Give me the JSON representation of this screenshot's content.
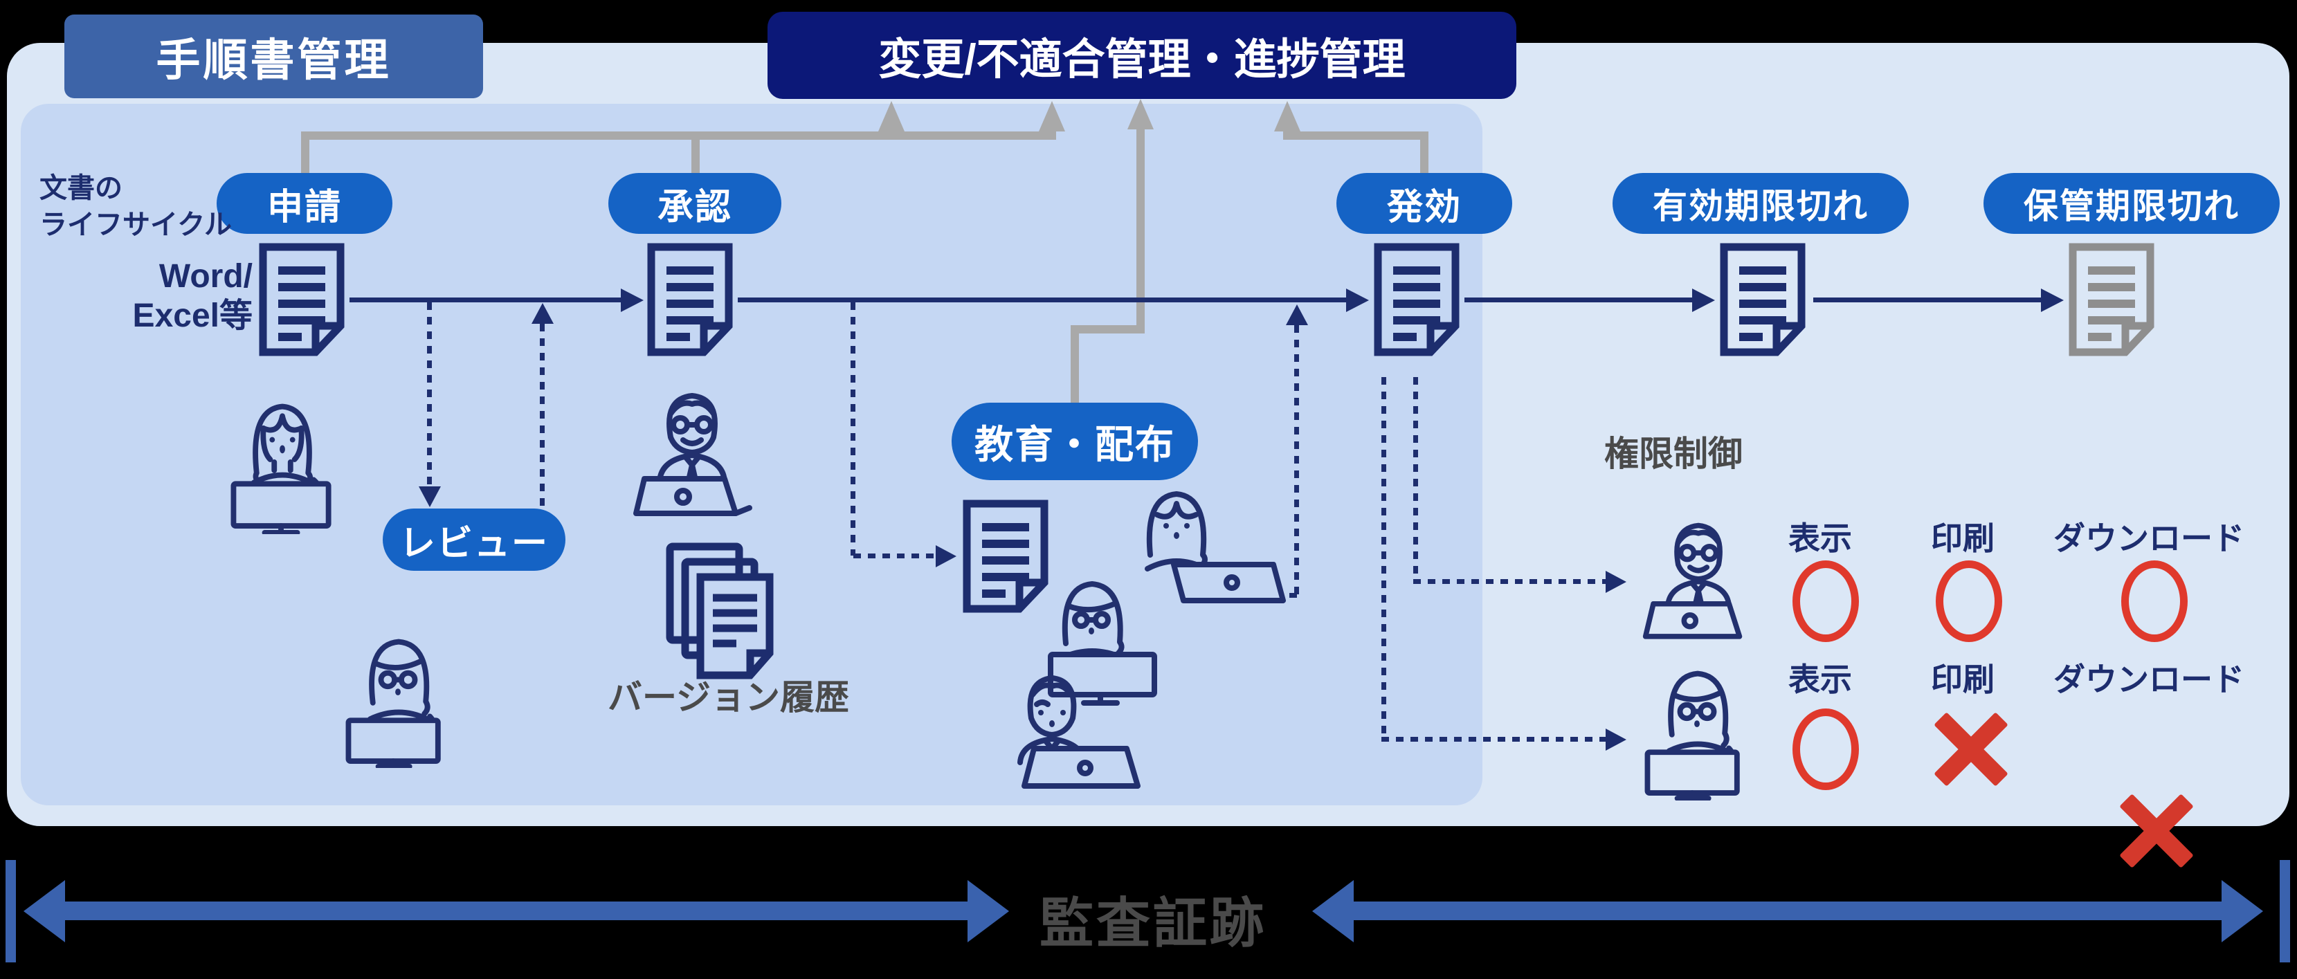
{
  "titles": {
    "left": "手順書管理",
    "center": "変更/不適合管理・進捗管理"
  },
  "lifecycle_label": {
    "line1": "文書の",
    "line2": "ライフサイクル"
  },
  "source_label": {
    "line1": "Word/",
    "line2": "Excel等"
  },
  "pills": {
    "apply": "申請",
    "approve": "承認",
    "review": "レビュー",
    "educate": "教育・配布",
    "issue": "発効",
    "expired": "有効期限切れ",
    "retention": "保管期限切れ"
  },
  "labels": {
    "version_history": "バージョン履歴",
    "permission_control": "権限制御",
    "audit_trail": "監査証跡"
  },
  "permission": {
    "columns": [
      "表示",
      "印刷",
      "ダウンロード"
    ],
    "rows": [
      {
        "user": "approver-with-laptop",
        "results": [
          "allow",
          "allow",
          "allow"
        ]
      },
      {
        "user": "general-user-with-monitor",
        "results": [
          "allow",
          "deny",
          "deny"
        ]
      }
    ]
  },
  "icons": {
    "document": "document-with-folded-corner",
    "document_inactive": "grayed-document",
    "document_stack": "stacked-documents-version-history",
    "person_woman_long_monitor": "woman-long-hair-at-monitor",
    "person_man_glasses_laptop": "man-glasses-mustache-at-laptop",
    "person_woman_bob_monitor": "woman-bob-glasses-at-monitor",
    "person_man_plain_laptop": "man-at-laptop",
    "person_woman_long_laptop": "woman-long-hair-at-laptop"
  },
  "colors": {
    "page_bg": "#000000",
    "panel_outer": "#dbe7f6",
    "panel_inner": "#c5d7f3",
    "title_left_bg": "#3d64a8",
    "title_center_bg": "#0c1878",
    "pill_bg": "#1563c5",
    "line_navy": "#1d2d6e",
    "connector_gray": "#a9a9a9",
    "doc_gray": "#8e8e8e",
    "mark_red": "#e0392c",
    "audit_blue": "#3a62ae",
    "gray_text": "#4a4a4a"
  }
}
